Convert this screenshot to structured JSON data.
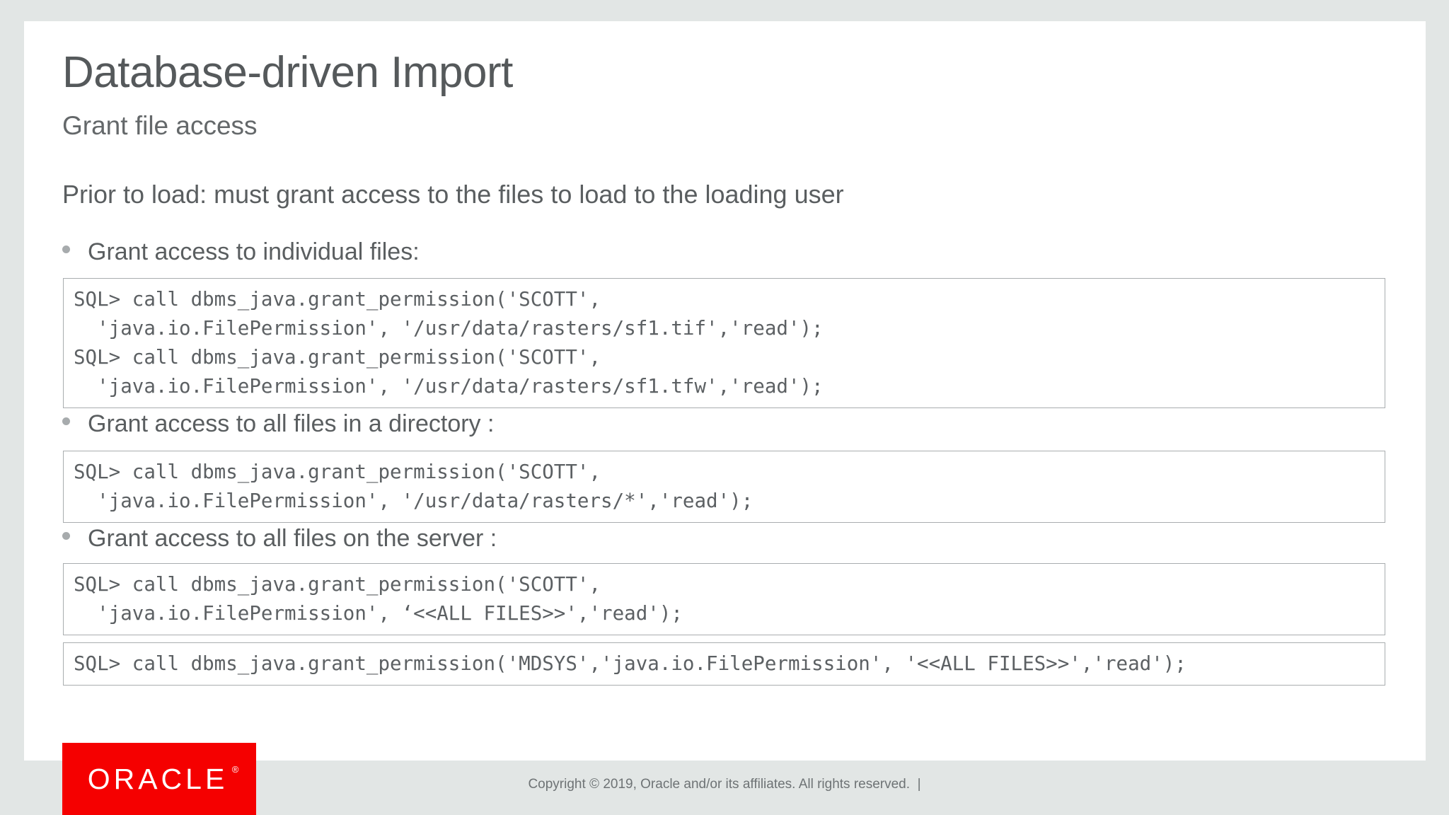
{
  "slide": {
    "title": "Database-driven Import",
    "subtitle": "Grant file access",
    "intro": "Prior to load: must grant access to the files to load to the loading user"
  },
  "bullets": [
    {
      "label": "Grant access to individual files:"
    },
    {
      "label": "Grant access to all files in a directory :"
    },
    {
      "label": "Grant access to all files on the server :"
    }
  ],
  "code_blocks": [
    {
      "lines": [
        "SQL> call dbms_java.grant_permission('SCOTT',",
        "  'java.io.FilePermission', '/usr/data/rasters/sf1.tif','read');",
        "SQL> call dbms_java.grant_permission('SCOTT',",
        "  'java.io.FilePermission', '/usr/data/rasters/sf1.tfw','read');"
      ]
    },
    {
      "lines": [
        "SQL> call dbms_java.grant_permission('SCOTT',",
        "  'java.io.FilePermission', '/usr/data/rasters/*','read');"
      ]
    },
    {
      "lines": [
        "SQL> call dbms_java.grant_permission('SCOTT',",
        "  'java.io.FilePermission', ‘<<ALL FILES>>','read');"
      ]
    },
    {
      "lines": [
        "SQL> call dbms_java.grant_permission('MDSYS','java.io.FilePermission', '<<ALL FILES>>','read');"
      ]
    }
  ],
  "footer": {
    "logo_text": "ORACLE",
    "logo_registered": "®",
    "copyright": "Copyright © 2019, Oracle and/or its affiliates. All rights reserved.  |"
  },
  "colors": {
    "brand_red": "#f50000",
    "text_gray": "#5a5e60",
    "title_gray": "#55595b",
    "page_background": "#e2e6e5",
    "code_border": "#a9adaf"
  }
}
